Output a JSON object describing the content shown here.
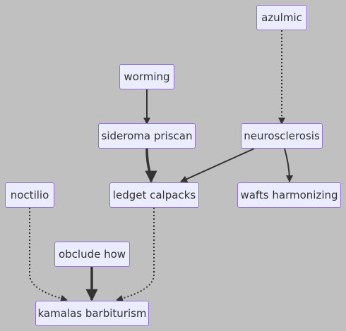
{
  "diagram": {
    "type": "flowchart",
    "colors": {
      "background": "#c0c0c0",
      "node_fill": "#ececff",
      "node_border": "#9370db",
      "text": "#333333",
      "edge": "#333333"
    },
    "nodes": [
      {
        "id": "azulmic",
        "label": "azulmic"
      },
      {
        "id": "worming",
        "label": "worming"
      },
      {
        "id": "sideroma",
        "label": "sideroma priscan"
      },
      {
        "id": "neuro",
        "label": "neurosclerosis"
      },
      {
        "id": "noctilio",
        "label": "noctilio"
      },
      {
        "id": "ledget",
        "label": "ledget calpacks"
      },
      {
        "id": "wafts",
        "label": "wafts harmonizing"
      },
      {
        "id": "obclude",
        "label": "obclude how"
      },
      {
        "id": "kamalas",
        "label": "kamalas barbiturism"
      }
    ],
    "edges": [
      {
        "from": "azulmic",
        "to": "neuro",
        "style": "dotted"
      },
      {
        "from": "worming",
        "to": "sideroma",
        "style": "normal"
      },
      {
        "from": "sideroma",
        "to": "ledget",
        "style": "thick"
      },
      {
        "from": "neuro",
        "to": "ledget",
        "style": "normal"
      },
      {
        "from": "neuro",
        "to": "wafts",
        "style": "normal"
      },
      {
        "from": "noctilio",
        "to": "kamalas",
        "style": "dotted"
      },
      {
        "from": "obclude",
        "to": "kamalas",
        "style": "thick"
      },
      {
        "from": "ledget",
        "to": "kamalas",
        "style": "dotted"
      }
    ]
  }
}
